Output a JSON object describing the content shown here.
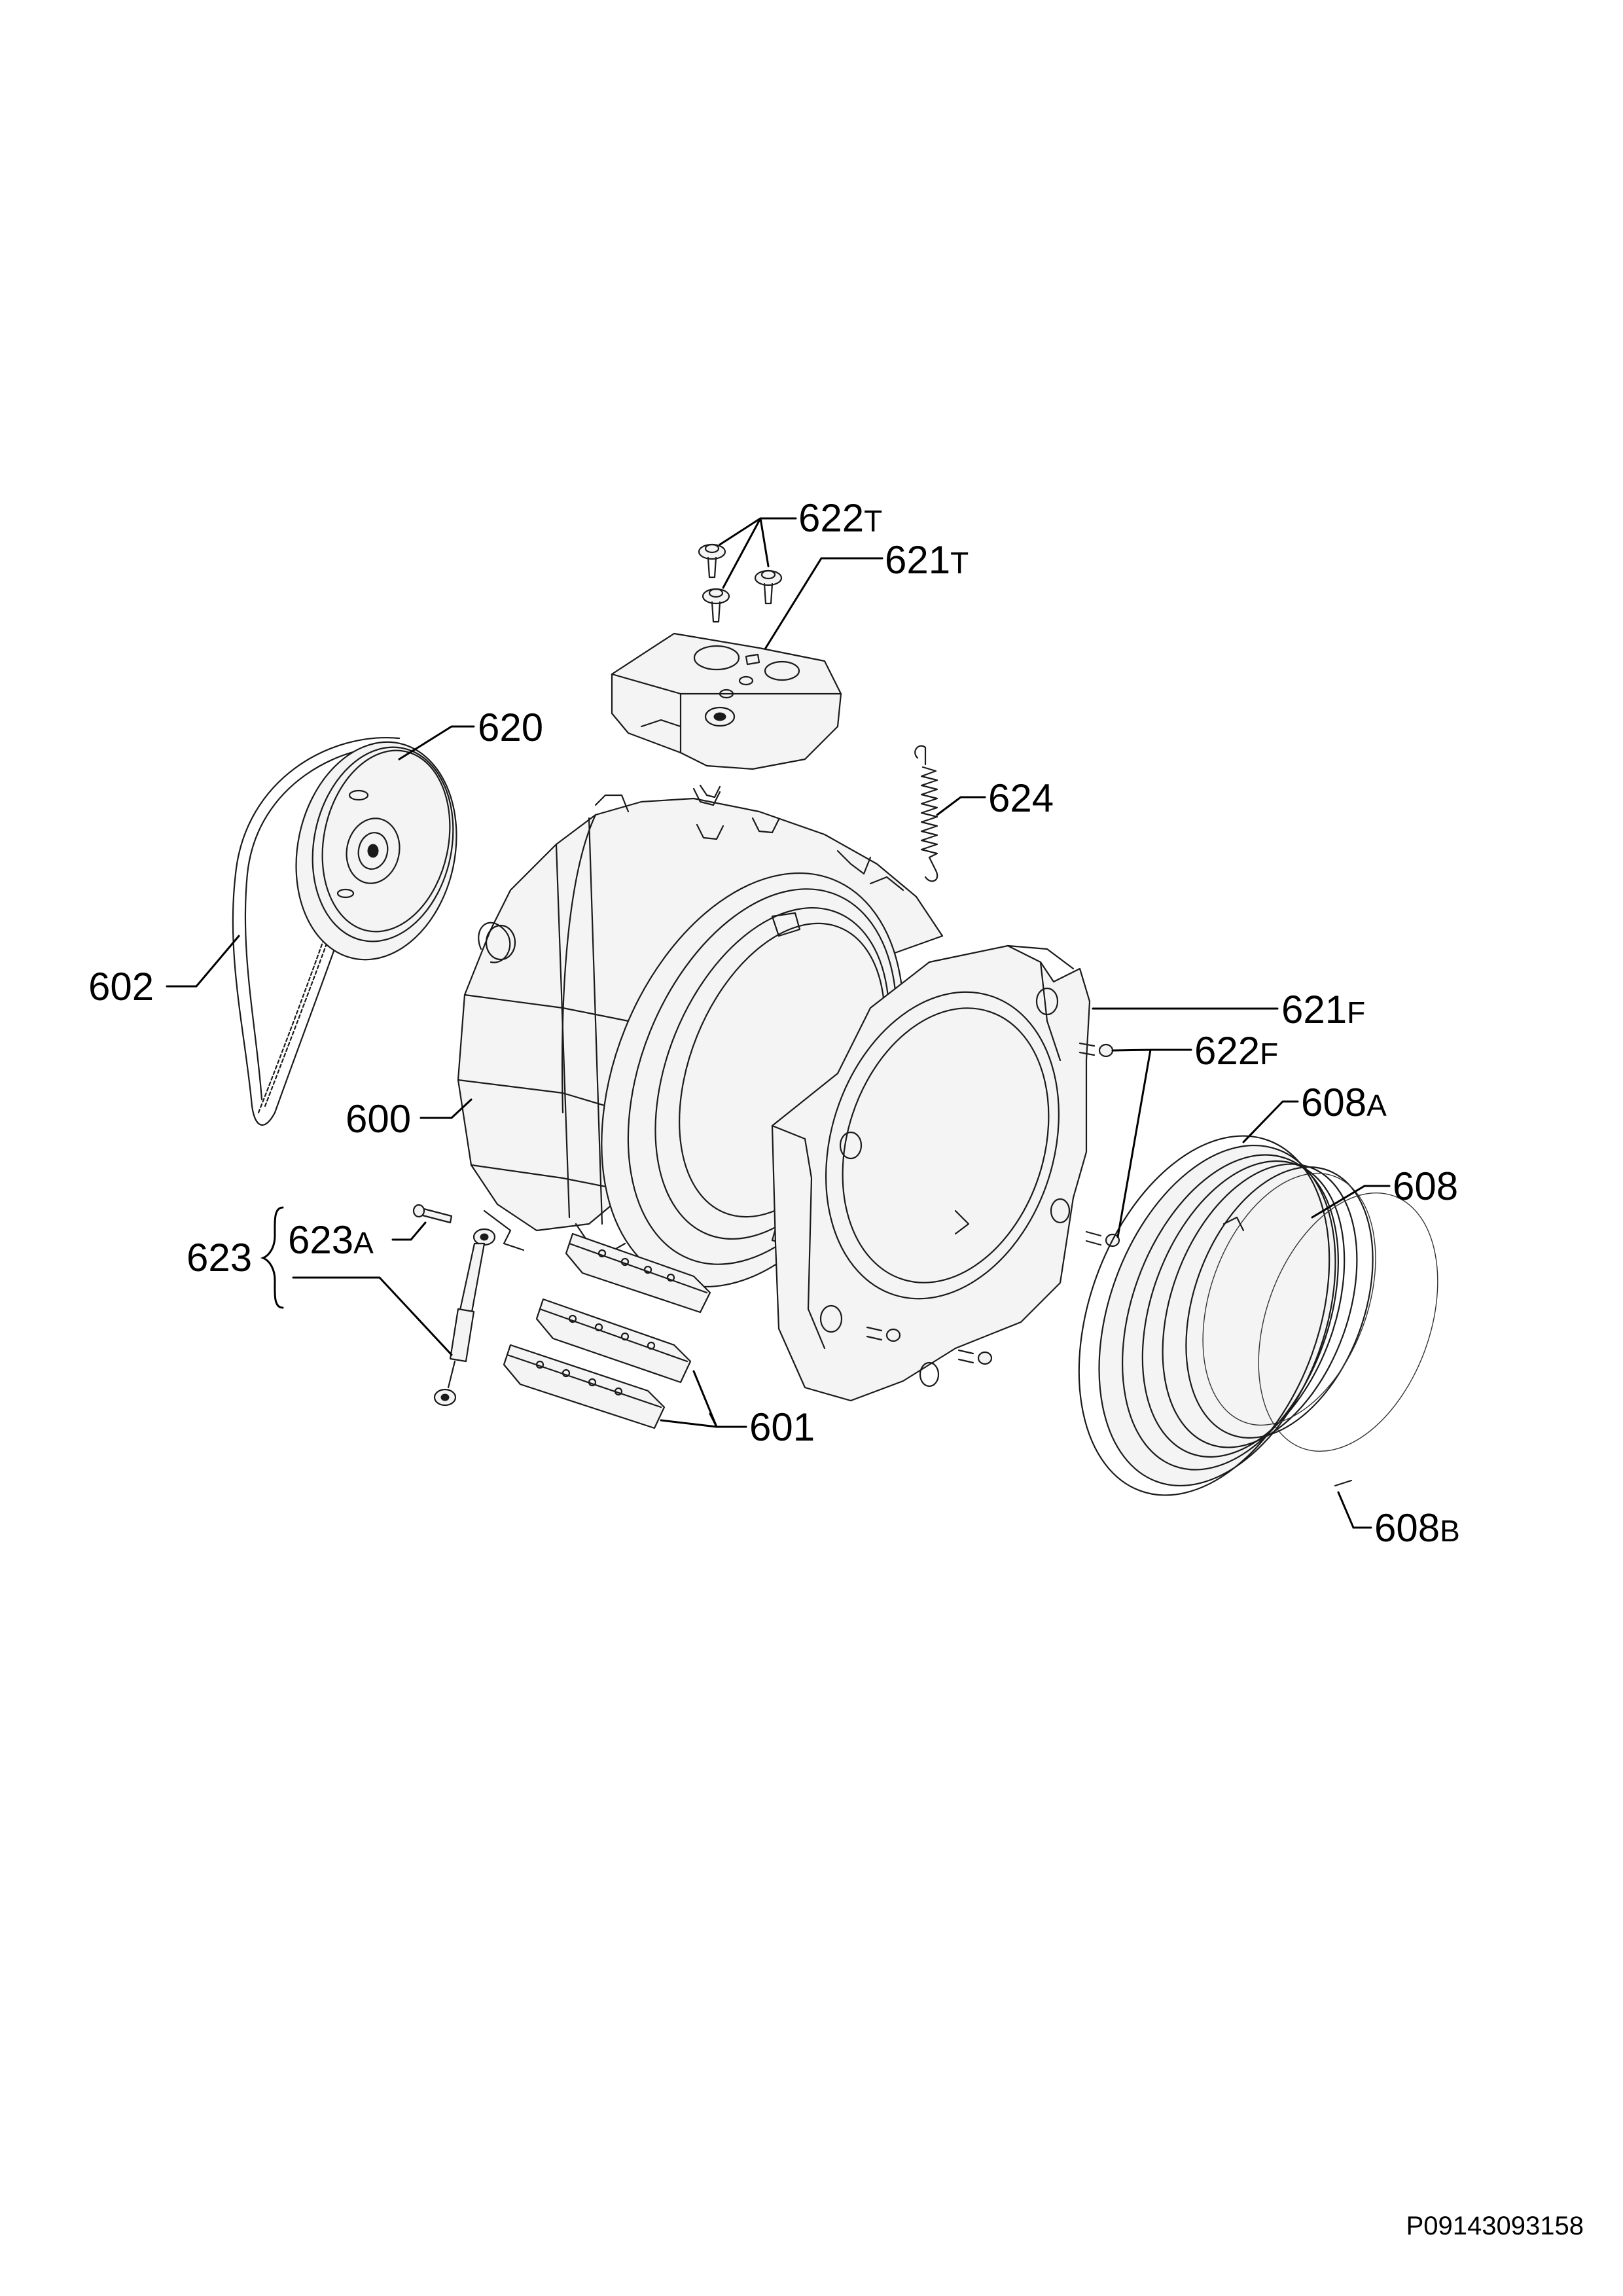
{
  "labels": {
    "l622t": {
      "num": "622",
      "suffix": "T"
    },
    "l621t": {
      "num": "621",
      "suffix": "T"
    },
    "l620": {
      "num": "620",
      "suffix": ""
    },
    "l624": {
      "num": "624",
      "suffix": ""
    },
    "l602": {
      "num": "602",
      "suffix": ""
    },
    "l621f": {
      "num": "621",
      "suffix": "F"
    },
    "l622f": {
      "num": "622",
      "suffix": "F"
    },
    "l600": {
      "num": "600",
      "suffix": ""
    },
    "l608a": {
      "num": "608",
      "suffix": "A"
    },
    "l608": {
      "num": "608",
      "suffix": ""
    },
    "l623": {
      "num": "623",
      "suffix": ""
    },
    "l623a": {
      "num": "623",
      "suffix": "A"
    },
    "l601": {
      "num": "601",
      "suffix": ""
    },
    "l608b": {
      "num": "608",
      "suffix": "B"
    }
  },
  "document_code": "P09143093158"
}
